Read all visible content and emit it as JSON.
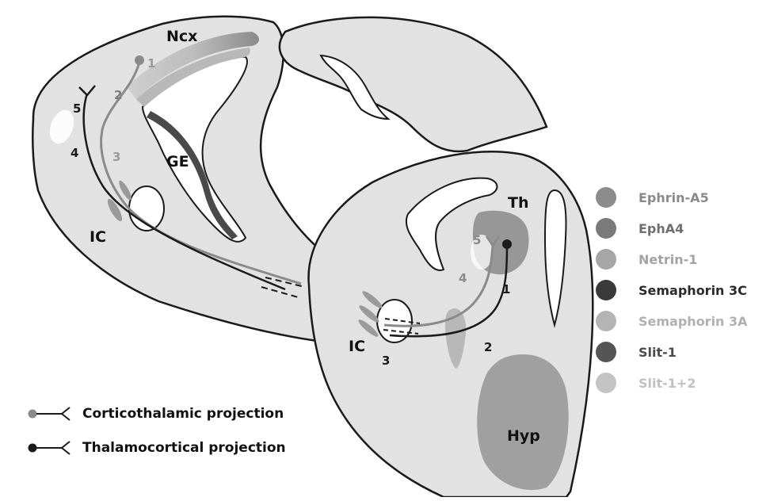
{
  "left_section": {
    "labels": {
      "ncx": "Ncx",
      "ge": "GE",
      "ic": "IC"
    },
    "numbers": {
      "n1": "1",
      "n2": "2",
      "n3": "3",
      "n4": "4",
      "n5": "5"
    }
  },
  "right_section": {
    "labels": {
      "th": "Th",
      "ic": "IC",
      "hyp": "Hyp"
    },
    "numbers": {
      "n1": "1",
      "n2": "2",
      "n3": "3",
      "n4": "4",
      "n5": "5"
    }
  },
  "legend_molecules": [
    {
      "label": "Ephrin-A5",
      "color": "#8c8c8c",
      "text_color": "#8a8a8a"
    },
    {
      "label": "EphA4",
      "color": "#7a7a7a",
      "text_color": "#6f6f6f"
    },
    {
      "label": "Netrin-1",
      "color": "#a6a6a6",
      "text_color": "#a3a3a3"
    },
    {
      "label": "Semaphorin 3C",
      "color": "#3a3a3a",
      "text_color": "#2a2a2a"
    },
    {
      "label": "Semaphorin 3A",
      "color": "#b4b4b4",
      "text_color": "#b0b0b0"
    },
    {
      "label": "Slit-1",
      "color": "#555555",
      "text_color": "#4a4a4a"
    },
    {
      "label": "Slit-1+2",
      "color": "#c4c4c4",
      "text_color": "#c0c0c0"
    }
  ],
  "legend_projections": [
    {
      "label": "Corticothalamic projection",
      "color": "#8a8a8a"
    },
    {
      "label": "Thalamocortical projection",
      "color": "#1a1a1a"
    }
  ]
}
